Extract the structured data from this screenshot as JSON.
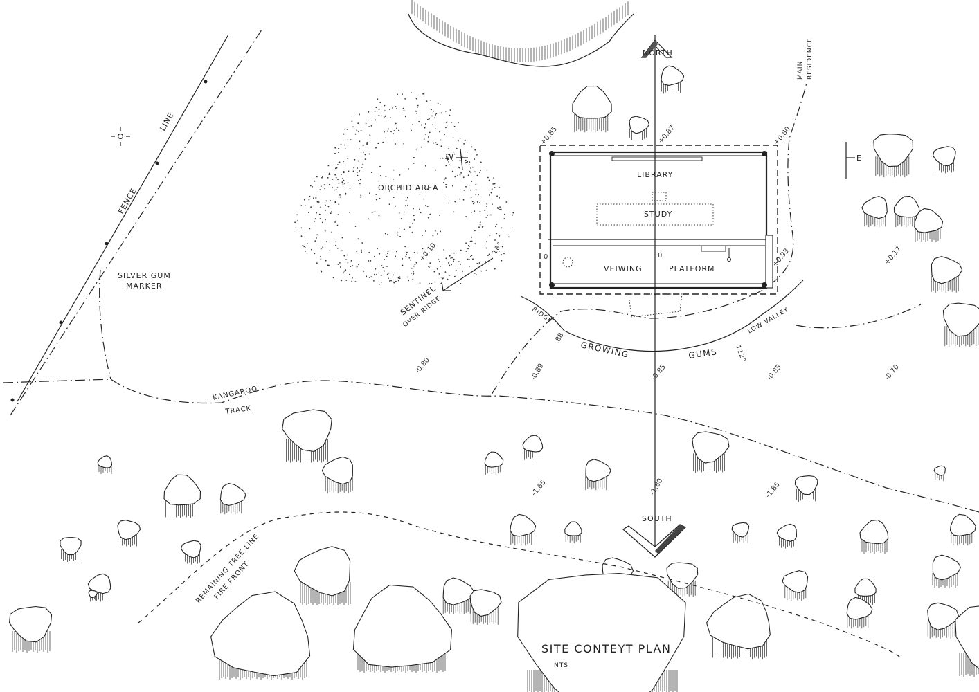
{
  "title": "SITE CONTEYT PLAN",
  "scale_note": "NTS",
  "compass": {
    "north": "NORTH",
    "south": "SOUTH",
    "east": "E",
    "west": "W"
  },
  "building": {
    "library": "LIBRARY",
    "study": "STUDY",
    "platform_a": "VEIWING",
    "platform_b": "PLATFORM"
  },
  "labels": {
    "orchid": "ORCHID AREA",
    "fence": "FENCE",
    "line": "LINE",
    "silver_gum_1": "SILVER GUM",
    "silver_gum_2": "MARKER",
    "sentinel_1": "SENTINEL",
    "sentinel_2": "OVER RIDGE",
    "ridge": "RIDGE",
    "growing": "GROWING",
    "gums": "GUMS",
    "low_valley": "LOW VALLEY",
    "main_1": "MAIN",
    "main_2": "RESIDENCE",
    "kangaroo": "KANGAROO",
    "track": "TRACK",
    "tree_line": "REMAINING TREE LINE",
    "fire_front": "FIRE FRONT",
    "angle_18": "18°",
    "angle_112": "112°"
  },
  "levels": {
    "nw": "+0.85",
    "n": "+0.87",
    "ne": "+0.80",
    "w0": "0",
    "c0": "0",
    "e": "+0.93",
    "orchid": "+0.10",
    "east": "+0.17",
    "a": "-0.80",
    "b": "-0.89",
    "b2": ".88",
    "c": "-0.85",
    "d": "-0.85",
    "e2": "-0.70",
    "s1": "-1.65",
    "s2": "-1.80",
    "s3": "-1.85"
  }
}
